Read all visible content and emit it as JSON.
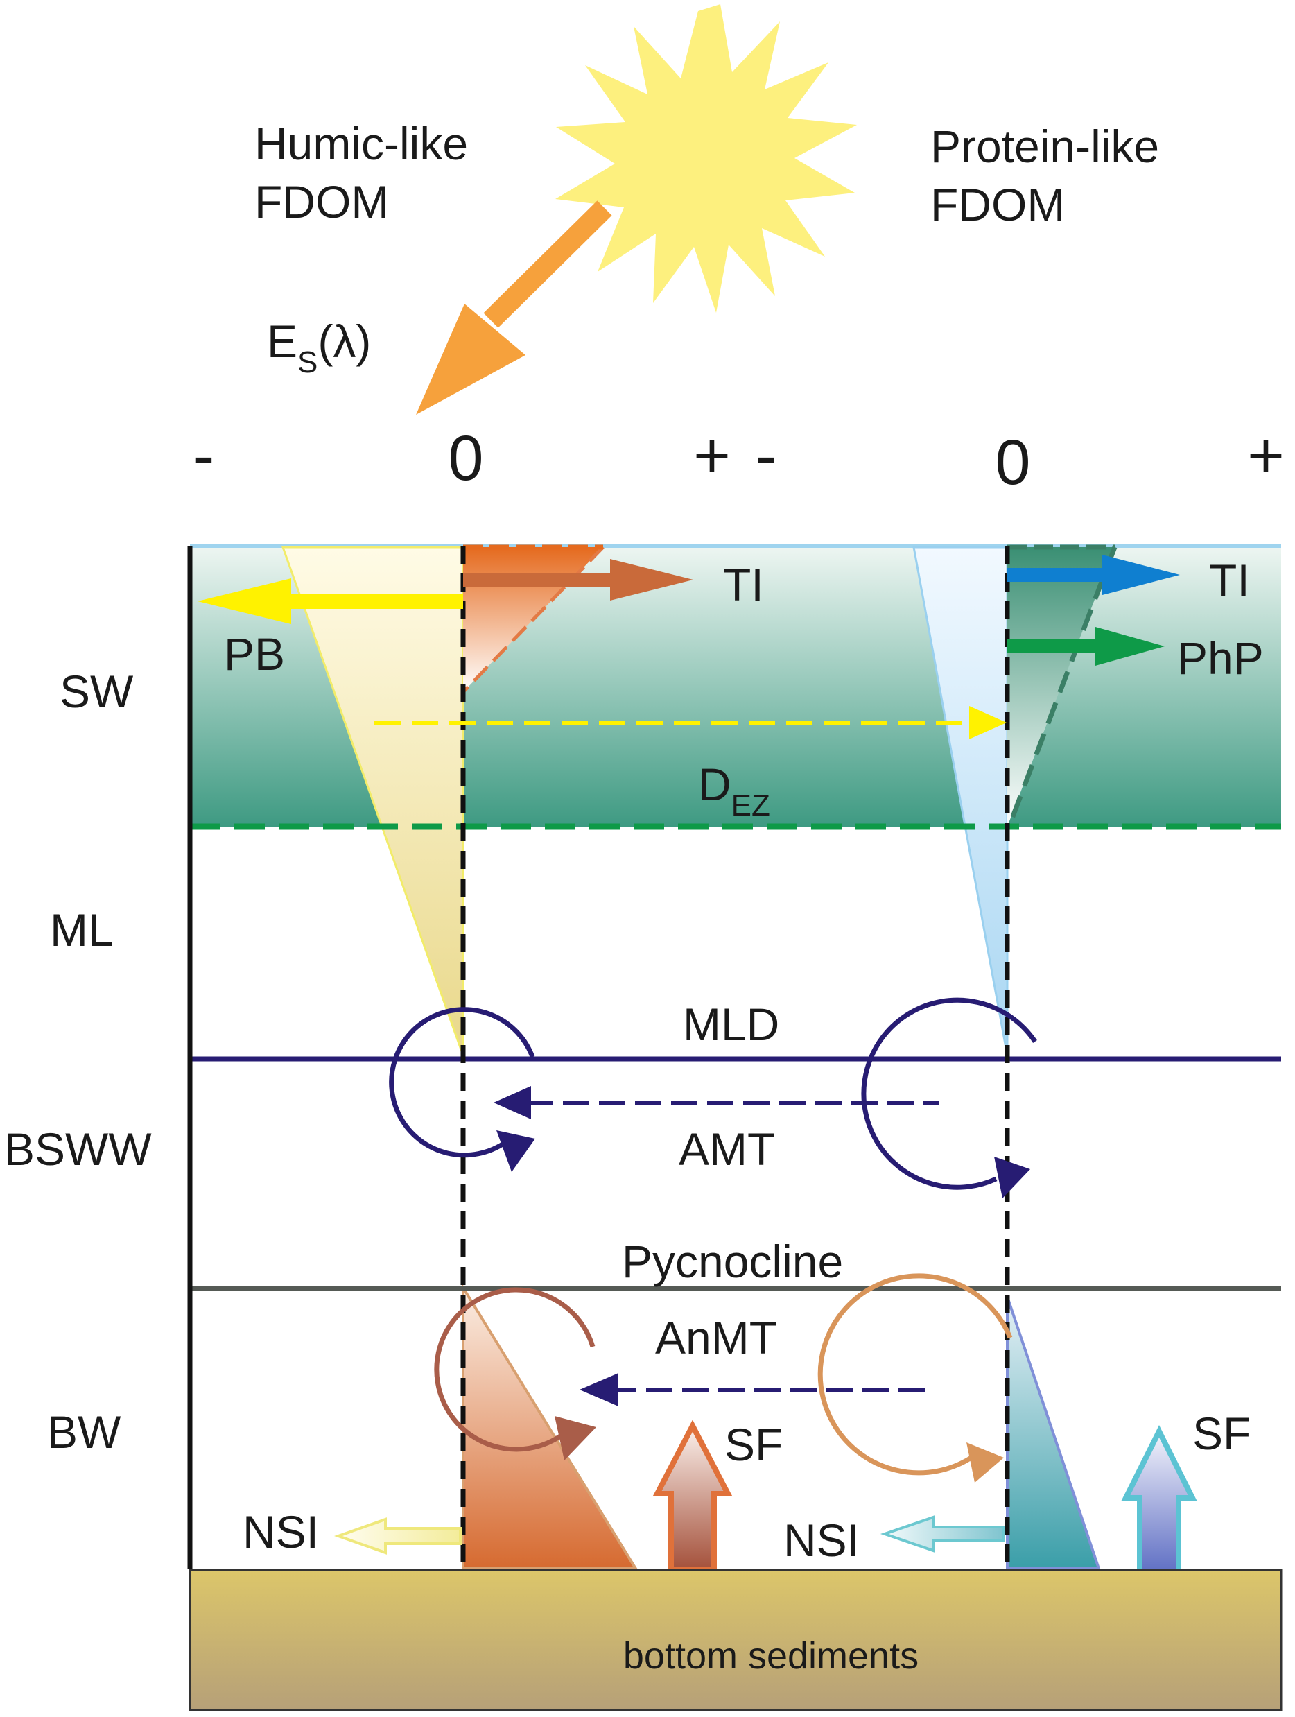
{
  "headers": {
    "humic_line1": "Humic-like",
    "humic_line2": "FDOM",
    "protein_line1": "Protein-like",
    "protein_line2": "FDOM",
    "irradiance_main": "E",
    "irradiance_sub": "S",
    "irradiance_arg": "(λ)"
  },
  "axis": {
    "humic": {
      "minus": "-",
      "zero": "0",
      "plus": "+"
    },
    "protein": {
      "minus": "-",
      "zero": "0",
      "plus": "+"
    }
  },
  "layers": {
    "sw": "SW",
    "ml": "ML",
    "bsww": "BSWW",
    "bw": "BW"
  },
  "processes": {
    "ti_humic": "TI",
    "pb": "PB",
    "ti_protein": "TI",
    "php": "PhP",
    "dez_main": "D",
    "dez_sub": "EZ",
    "mld": "MLD",
    "amt": "AMT",
    "pycnocline": "Pycnocline",
    "anmt": "AnMT",
    "sf_humic": "SF",
    "sf_protein": "SF",
    "nsi_humic": "NSI",
    "nsi_protein": "NSI"
  },
  "bottom": {
    "label": "bottom sediments"
  },
  "colors": {
    "sun": "#fdf07e",
    "irradiance_arrow": "#f6a13c",
    "photobleaching": "#fff200",
    "humic_orange": "#e4732c",
    "protein_blue": "#0f7fd0",
    "phytoplankton_green": "#0e9a48",
    "mixing_navy": "#271c73",
    "pycnocline_gray": "#555a55",
    "sediment_top": "#dcc66a",
    "sediment_bottom": "#b6a078",
    "sf_protein_border": "#5cc3d3",
    "nsi_protein_border": "#6cc8d0"
  }
}
